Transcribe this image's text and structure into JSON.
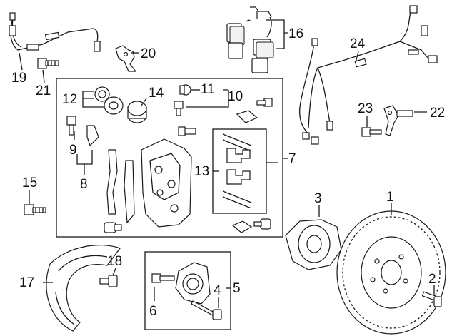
{
  "callouts": [
    "1",
    "2",
    "3",
    "4",
    "5",
    "6",
    "7",
    "8",
    "9",
    "10",
    "11",
    "12",
    "13",
    "14",
    "15",
    "16",
    "17",
    "18",
    "19",
    "20",
    "21",
    "22",
    "23",
    "24"
  ],
  "colors": {
    "line": "#1a1a1a",
    "background": "#ffffff"
  }
}
